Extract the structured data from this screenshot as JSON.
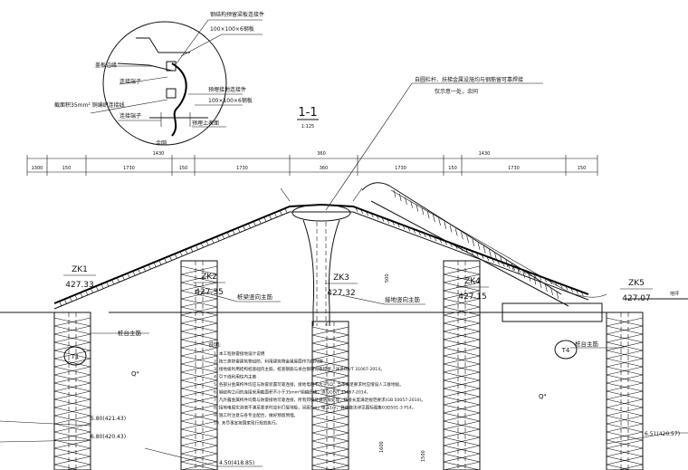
{
  "title": "1-1",
  "scale": "1:125",
  "detail": {
    "t1": "钢结构预留梁板连接件",
    "t2": "100×100×6钢板",
    "t3": "盖板边缘",
    "t4": "连接端子",
    "t5": "截面积35mm² 铜编织连接线",
    "t6": "预埋接地连接件",
    "t7": "100×100×6钢板",
    "t8": "连接端子",
    "t9": "预埋上表面",
    "t10": "余网"
  },
  "top_note": [
    "自圆栏杆、扶梯金属设施均与钢筋留可靠焊接",
    "仅示意一处，余同"
  ],
  "dims": {
    "overall_left": "1430",
    "overall_mid": "360",
    "overall_right": "1430",
    "seg": [
      "1300",
      "150",
      "1730",
      "150",
      "1730",
      "360",
      "1730",
      "150",
      "1730",
      "150"
    ]
  },
  "piles": [
    {
      "id": "ZK1",
      "elev": "427.33"
    },
    {
      "id": "ZK2",
      "elev": "427.35"
    },
    {
      "id": "ZK3",
      "elev": "427.32"
    },
    {
      "id": "ZK4",
      "elev": "427.15"
    },
    {
      "id": "ZK5",
      "elev": "427.07"
    }
  ],
  "labels": {
    "pile_cap_1": "桩台主筋",
    "pile_cap_4": "桩台主筋",
    "column_main_1": "桩梁竖向主筋",
    "column_main_2": "接地竖向主筋",
    "t1": "T1",
    "t4": "T4",
    "q_left": "Q⁴",
    "q_right": "Q⁴",
    "ground_right": "地坪",
    "dim_500": "500",
    "dim_1600": "1600",
    "dim_1500": "1500"
  },
  "levels": {
    "l1": "5.80(421.43)",
    "l2": "6.80(420.43)",
    "l3": "4.50(418.85)",
    "l4": "6.51(420.57)"
  },
  "notes": {
    "heading": "说明:",
    "lines": [
      "1. 本工程防雷接地设计说明",
      "2. 按三类防雷建筑物设防，利用建筑物金属屋面作为接闪器",
      "3. 接地极利用结构桩基础内主筋，桩基钢筋与承台钢筋可靠焊接，详见GB/T 31067-2014。",
      "4. 引下线利用柱内主筋",
      "5. 各部分金属构件均应与防雷装置可靠连接，接地电阻不大于1Ω，当不满足要求时应增设人工接地极。",
      "6. 钢结构之间的连接采用截面积不小于35mm²铜编织线，详见GB/T 31067-2014。",
      "7. 凡外露金属构件均需与防雷接地可靠连接，所有焊接处做防腐处理，搭接长度满足规范要求(GB 50057-2010)。",
      "8. 接地电阻实测值不满足要求时应补打接地极，间距5m，埋深1m，具体做法详见国标图集03D501-3 P14。",
      "9. 施工时注意与各专业配合，做好预留预埋。",
      "10. 未尽事宜按国家现行规范执行。"
    ]
  }
}
